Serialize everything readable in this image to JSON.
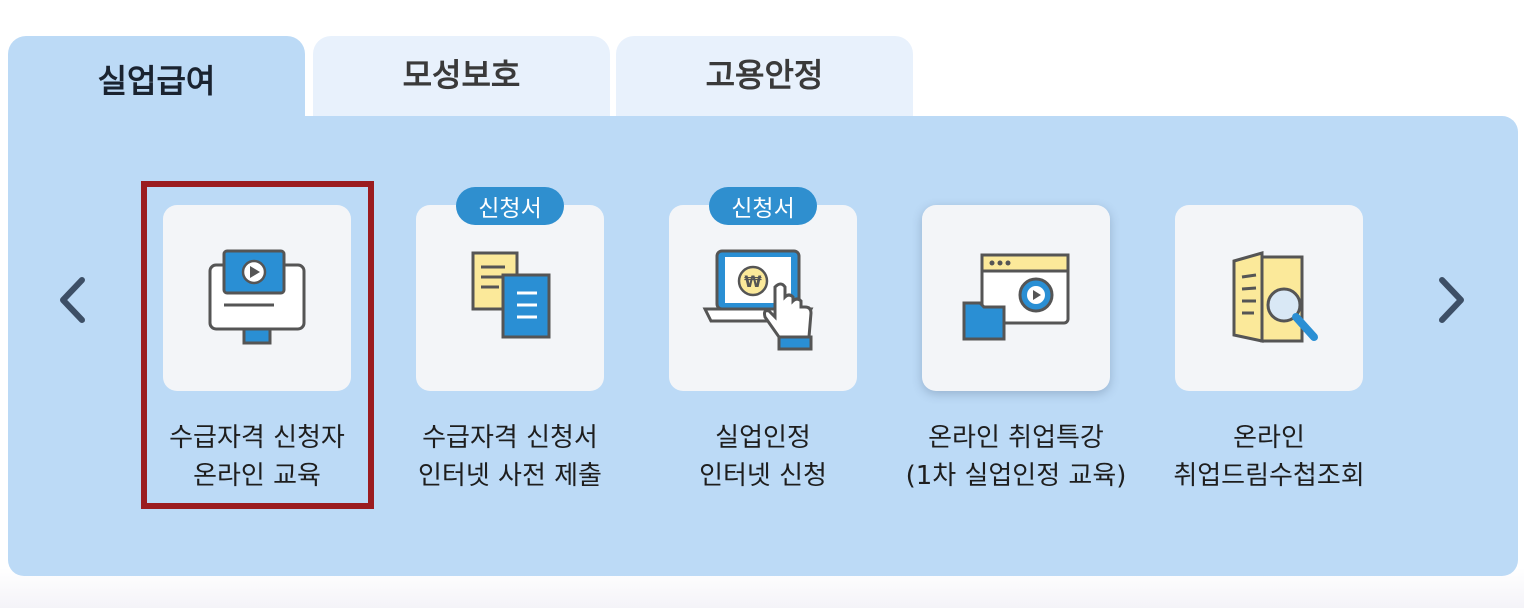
{
  "tabs": [
    {
      "label": "실업급여",
      "active": true
    },
    {
      "label": "모성보호",
      "active": false
    },
    {
      "label": "고용안정",
      "active": false
    }
  ],
  "items": [
    {
      "line1": "수급자격 신청자",
      "line2": "온라인 교육",
      "icon": "monitor-video-icon",
      "badge": ""
    },
    {
      "line1": "수급자격 신청서",
      "line2": "인터넷 사전 제출",
      "icon": "documents-icon",
      "badge": "신청서"
    },
    {
      "line1": "실업인정",
      "line2": "인터넷 신청",
      "icon": "laptop-touch-won-icon",
      "badge": "신청서"
    },
    {
      "line1": "온라인 취업특강",
      "line2": "(1차 실업인정 교육)",
      "icon": "browser-video-folder-icon",
      "badge": ""
    },
    {
      "line1": "온라인",
      "line2": "취업드림수첩조회",
      "icon": "document-search-icon",
      "badge": ""
    }
  ],
  "colors": {
    "panel": "#bcdaf6",
    "tab_inactive": "#e8f1fc",
    "badge": "#2f8fcf",
    "highlight": "#9b1c1f",
    "arrow": "#3d4f66"
  }
}
